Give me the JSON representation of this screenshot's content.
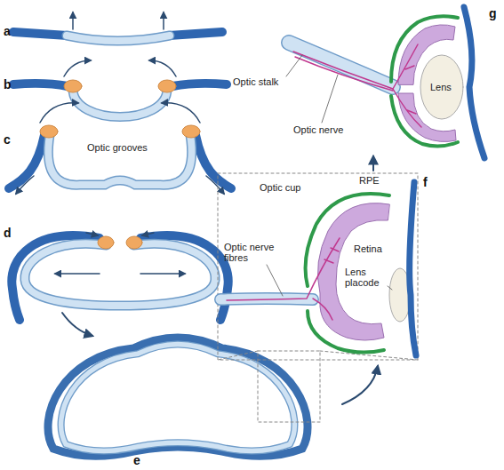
{
  "diagram": {
    "labels": [
      "a",
      "b",
      "c",
      "d",
      "e",
      "f",
      "g",
      "Optic grooves",
      "Optic stalk",
      "Optic nerve",
      "Lens",
      "Optic cup",
      "RPE",
      "Retina",
      "Optic nerve fibres",
      "Lens placode"
    ]
  }
}
